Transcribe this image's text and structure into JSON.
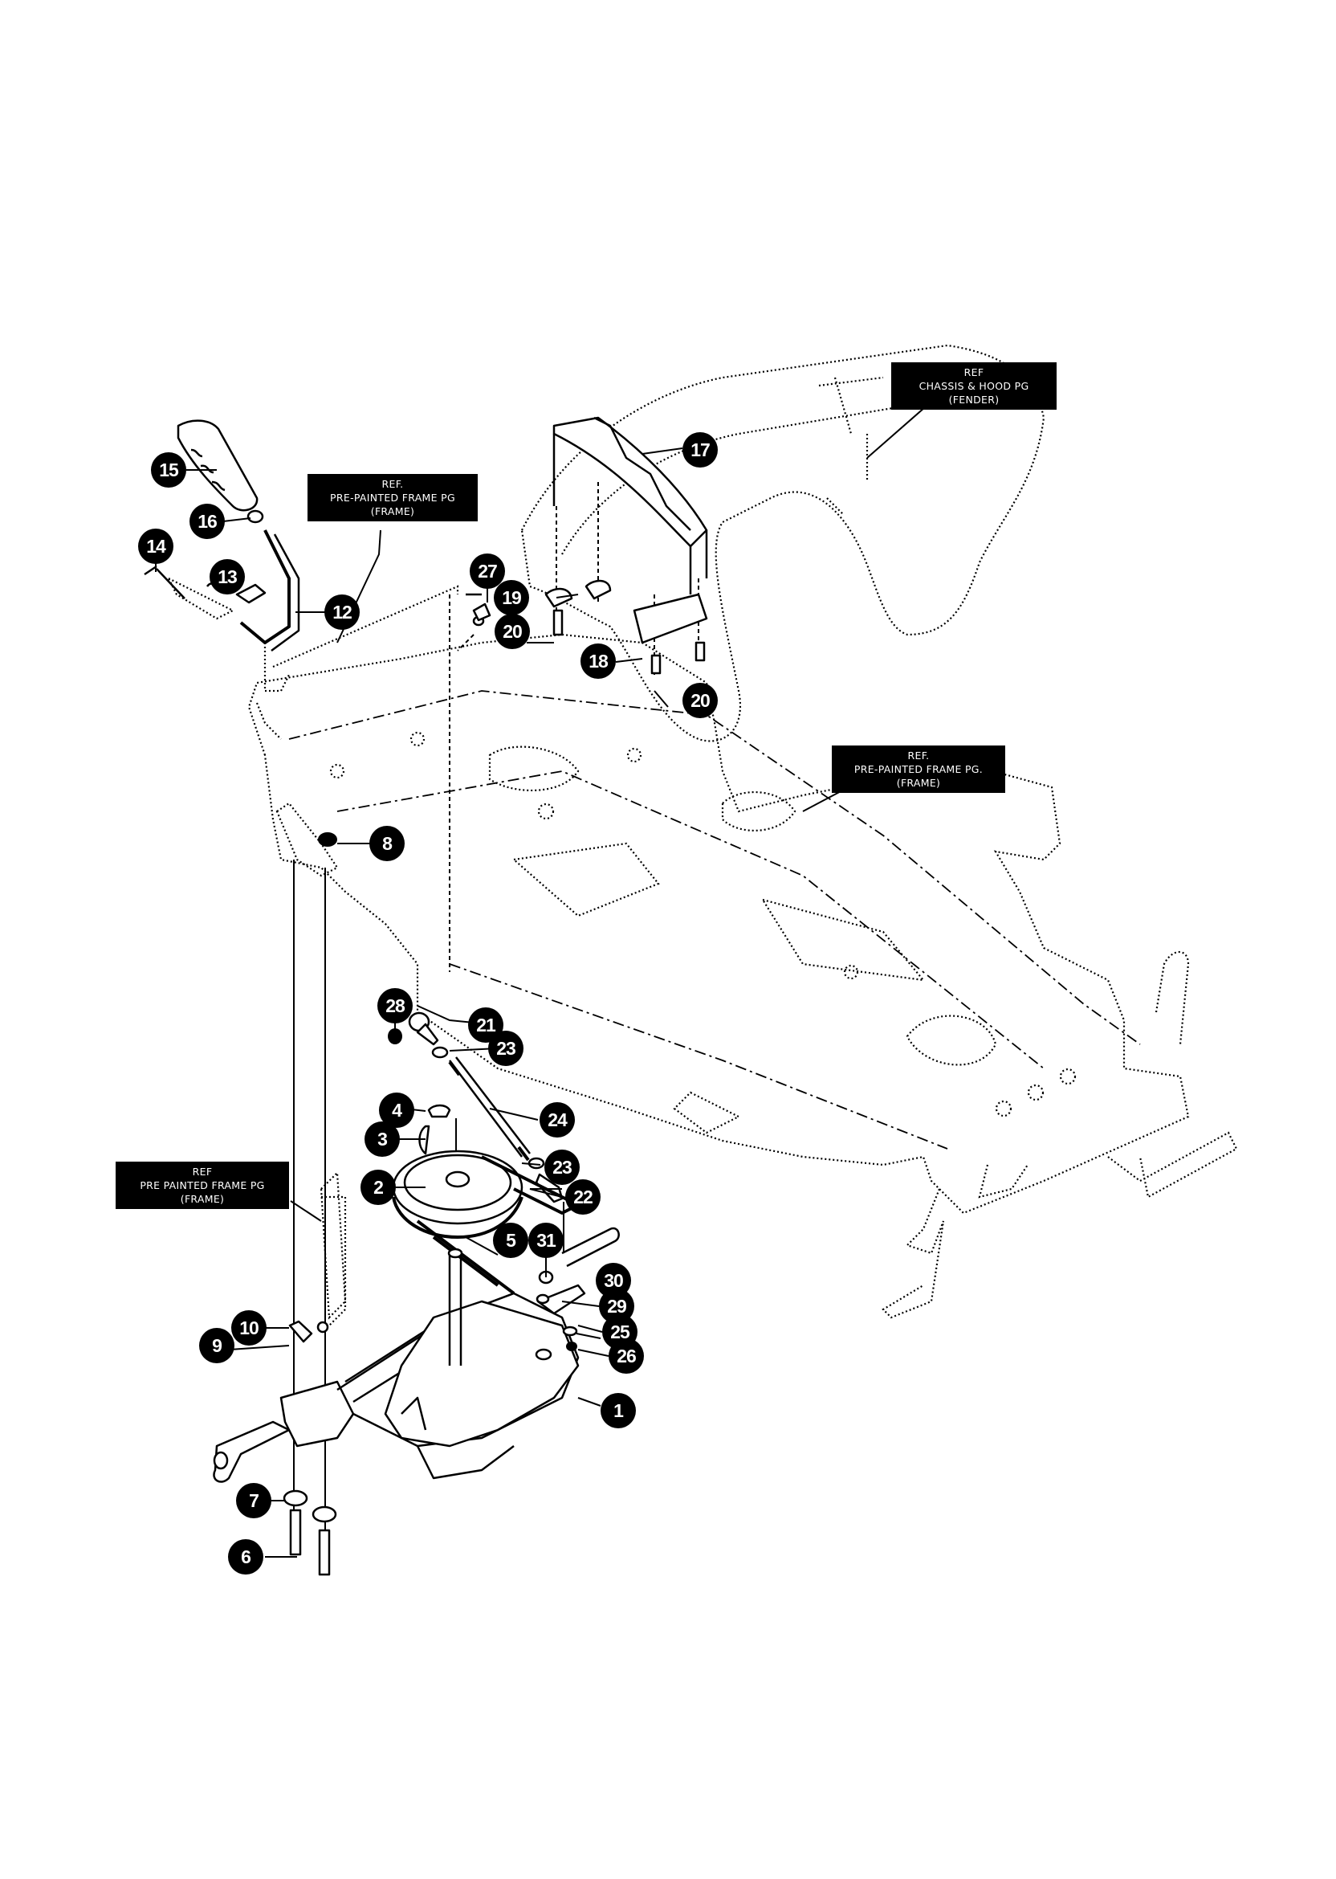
{
  "diagram": {
    "type": "exploded-parts-diagram",
    "subject": "Lawn tractor transaxle, shift lever and frame assembly",
    "reference_labels": [
      {
        "id": "ref-chassis-hood",
        "lines": [
          "REF",
          "CHASSIS & HOOD PG",
          "(FENDER)"
        ]
      },
      {
        "id": "ref-frame-top",
        "lines": [
          "REF.",
          "PRE-PAINTED FRAME PG",
          "(FRAME)"
        ]
      },
      {
        "id": "ref-frame-right",
        "lines": [
          "REF.",
          "PRE-PAINTED FRAME PG.",
          "(FRAME)"
        ]
      },
      {
        "id": "ref-frame-left",
        "lines": [
          "REF",
          "PRE PAINTED FRAME PG",
          "(FRAME)"
        ]
      }
    ],
    "callouts": [
      {
        "number": "1",
        "part": "transaxle"
      },
      {
        "number": "2",
        "part": "pulley"
      },
      {
        "number": "3",
        "part": "key"
      },
      {
        "number": "4",
        "part": "retaining-ring"
      },
      {
        "number": "5",
        "part": "belt"
      },
      {
        "number": "6",
        "part": "bolt"
      },
      {
        "number": "7",
        "part": "washer"
      },
      {
        "number": "8",
        "part": "plug"
      },
      {
        "number": "9",
        "part": "bolt"
      },
      {
        "number": "10",
        "part": "nut"
      },
      {
        "number": "12",
        "part": "shift-lever"
      },
      {
        "number": "13",
        "part": "spring"
      },
      {
        "number": "14",
        "part": "pin"
      },
      {
        "number": "15",
        "part": "knob"
      },
      {
        "number": "16",
        "part": "nut"
      },
      {
        "number": "17",
        "part": "shift-plate"
      },
      {
        "number": "18",
        "part": "bracket"
      },
      {
        "number": "19",
        "part": "clip"
      },
      {
        "number": "20",
        "part": "screw"
      },
      {
        "number": "20",
        "part": "screw"
      },
      {
        "number": "21",
        "part": "rod-end"
      },
      {
        "number": "22",
        "part": "rod-end"
      },
      {
        "number": "23",
        "part": "nut"
      },
      {
        "number": "23",
        "part": "nut"
      },
      {
        "number": "24",
        "part": "shift-rod"
      },
      {
        "number": "25",
        "part": "washer"
      },
      {
        "number": "26",
        "part": "nut"
      },
      {
        "number": "27",
        "part": "bolt"
      },
      {
        "number": "28",
        "part": "nut"
      },
      {
        "number": "29",
        "part": "shift-arm"
      },
      {
        "number": "30",
        "part": "washer"
      },
      {
        "number": "31",
        "part": "bolt"
      }
    ]
  }
}
